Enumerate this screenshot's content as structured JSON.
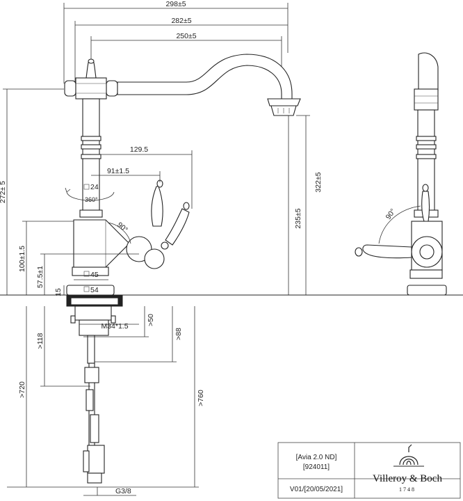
{
  "dimensions": {
    "overall_width": "298±5",
    "spout_reach": "282±5",
    "spout_center": "250±5",
    "handle_reach": "129.5",
    "handle_offset": "91±1.5",
    "hex_24": "24",
    "rotation": "360°",
    "lever_angle_front": "90°",
    "lever_angle_side": "90°",
    "total_height": "272± 5",
    "outlet_height": "322±5",
    "spout_height": "235±5",
    "lever_height": "100±1.5",
    "base_height": "57.5±1",
    "base_15": "15",
    "hex_45": "45",
    "hex_54": "54",
    "thread": "M34*1.5",
    "min_50": ">50",
    "min_88": ">88",
    "min_118": ">118",
    "min_720": ">720",
    "min_760": ">760",
    "connection": "G3/8"
  },
  "title_block": {
    "model": "[Avia 2.0 ND]",
    "article": "[924011]",
    "version": "V01/[20/05/2021]",
    "brand": "Villeroy & Boch",
    "founded": "1748"
  }
}
